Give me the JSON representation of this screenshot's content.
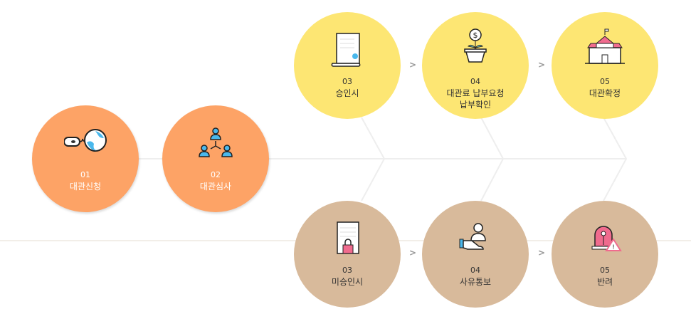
{
  "colors": {
    "request": "#fda366",
    "approved": "#fde673",
    "rejected": "#d8ba9b"
  },
  "steps": [
    {
      "num": "01",
      "label": "대관신청",
      "icon": "mouse-globe-icon"
    },
    {
      "num": "02",
      "label": "대관심사",
      "icon": "people-network-icon"
    }
  ],
  "approved": [
    {
      "num": "03",
      "label": "승인시",
      "icon": "certificate-icon"
    },
    {
      "num": "04",
      "label": "대관료 납부요청",
      "label2": "납부확인",
      "icon": "money-plant-icon"
    },
    {
      "num": "05",
      "label": "대관확정",
      "icon": "building-icon"
    }
  ],
  "rejected": [
    {
      "num": "03",
      "label": "미승인시",
      "icon": "locked-document-icon"
    },
    {
      "num": "04",
      "label": "사유통보",
      "icon": "hand-person-icon"
    },
    {
      "num": "05",
      "label": "반려",
      "icon": "alarm-warning-icon"
    }
  ],
  "arrow": ">"
}
